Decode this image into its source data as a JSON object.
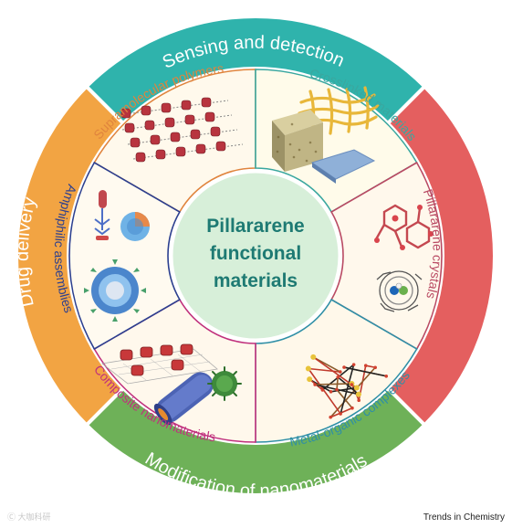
{
  "center": {
    "lines": [
      "Pillararene",
      "functional",
      "materials"
    ],
    "color": "#1e7a73",
    "fill": "#d7efd9"
  },
  "outer_ring": [
    {
      "key": "sensing",
      "label": "Sensing and detection",
      "color": "#2fb3ac"
    },
    {
      "key": "adsorption",
      "label": "Adsorption and separation",
      "color": "#e45f5f"
    },
    {
      "key": "modification",
      "label": "Modification of nanomaterials",
      "color": "#6eb158"
    },
    {
      "key": "drug",
      "label": "Drug delivery",
      "color": "#f2a443"
    }
  ],
  "inner_sectors": [
    {
      "key": "supramolecular",
      "label": "Supramolecular polymers",
      "color": "#e0843d",
      "bg": "#fff9ec"
    },
    {
      "key": "crosslinked",
      "label": "Crosslinked materials",
      "color": "#3aa79f",
      "bg": "#fffbea"
    },
    {
      "key": "crystals",
      "label": "Pillararene crystals",
      "color": "#b94a63",
      "bg": "#fff8ec"
    },
    {
      "key": "mof",
      "label": "Metal-organic complexes",
      "color": "#2f8fa6",
      "bg": "#fff8ea"
    },
    {
      "key": "composite",
      "label": "Composite nanomaterials",
      "color": "#c0307c",
      "bg": "#fff8ec"
    },
    {
      "key": "amphiphilic",
      "label": "Amphiphilic assemblies",
      "color": "#2c3f8f",
      "bg": "#fffaf0"
    }
  ],
  "credit": "Trends in Chemistry",
  "watermark": "Ⓒ 大咖科研"
}
